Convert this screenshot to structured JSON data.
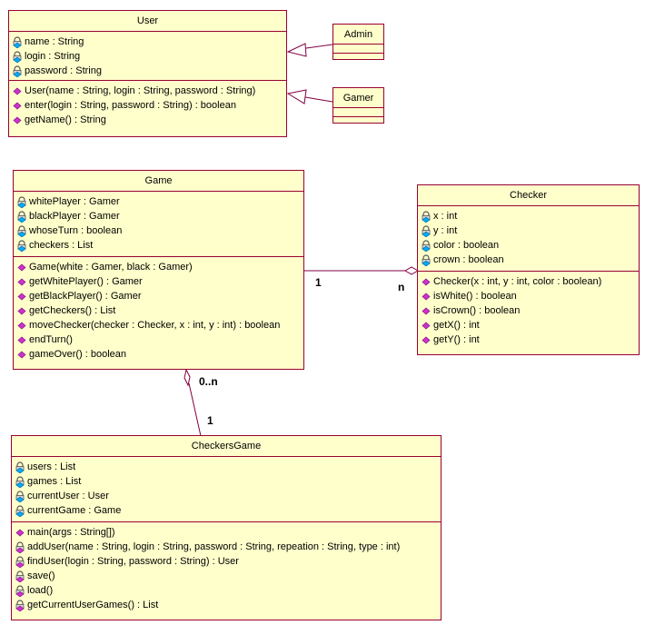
{
  "classes": {
    "user": {
      "name": "User",
      "attributes": [
        {
          "icon": "private-attribute-icon",
          "text": "name : String"
        },
        {
          "icon": "private-attribute-icon",
          "text": "login : String"
        },
        {
          "icon": "private-attribute-icon",
          "text": "password : String"
        }
      ],
      "operations": [
        {
          "icon": "public-operation-icon",
          "text": "User(name : String, login : String, password : String)"
        },
        {
          "icon": "public-operation-icon",
          "text": "enter(login : String, password : String) : boolean"
        },
        {
          "icon": "public-operation-icon",
          "text": "getName() : String"
        }
      ]
    },
    "admin": {
      "name": "Admin"
    },
    "gamer": {
      "name": "Gamer"
    },
    "game": {
      "name": "Game",
      "attributes": [
        {
          "icon": "private-attribute-icon",
          "text": "whitePlayer : Gamer"
        },
        {
          "icon": "private-attribute-icon",
          "text": "blackPlayer : Gamer"
        },
        {
          "icon": "private-attribute-icon",
          "text": "whoseTurn : boolean"
        },
        {
          "icon": "private-attribute-icon",
          "text": "checkers : List"
        }
      ],
      "operations": [
        {
          "icon": "public-operation-icon",
          "text": "Game(white : Gamer, black : Gamer)"
        },
        {
          "icon": "public-operation-icon",
          "text": "getWhitePlayer() : Gamer"
        },
        {
          "icon": "public-operation-icon",
          "text": "getBlackPlayer() : Gamer"
        },
        {
          "icon": "public-operation-icon",
          "text": "getCheckers() : List"
        },
        {
          "icon": "public-operation-icon",
          "text": "moveChecker(checker : Checker, x : int, y : int) : boolean"
        },
        {
          "icon": "public-operation-icon",
          "text": "endTurn()"
        },
        {
          "icon": "public-operation-icon",
          "text": "gameOver() : boolean"
        }
      ]
    },
    "checker": {
      "name": "Checker",
      "attributes": [
        {
          "icon": "private-attribute-icon",
          "text": "x : int"
        },
        {
          "icon": "private-attribute-icon",
          "text": "y : int"
        },
        {
          "icon": "private-attribute-icon",
          "text": "color : boolean"
        },
        {
          "icon": "private-attribute-icon",
          "text": "crown : boolean"
        }
      ],
      "operations": [
        {
          "icon": "public-operation-icon",
          "text": "Checker(x : int, y : int, color : boolean)"
        },
        {
          "icon": "public-operation-icon",
          "text": "isWhite() : boolean"
        },
        {
          "icon": "public-operation-icon",
          "text": "isCrown() : boolean"
        },
        {
          "icon": "public-operation-icon",
          "text": "getX() : int"
        },
        {
          "icon": "public-operation-icon",
          "text": "getY() : int"
        }
      ]
    },
    "checkersGame": {
      "name": "CheckersGame",
      "attributes": [
        {
          "icon": "private-attribute-icon",
          "text": "users : List"
        },
        {
          "icon": "private-attribute-icon",
          "text": "games : List"
        },
        {
          "icon": "private-attribute-icon",
          "text": "currentUser : User"
        },
        {
          "icon": "private-attribute-icon",
          "text": "currentGame : Game"
        }
      ],
      "operations": [
        {
          "icon": "public-operation-icon",
          "text": "main(args : String[])"
        },
        {
          "icon": "private-operation-icon",
          "text": "addUser(name : String, login : String, password : String, repeation : String, type : int)"
        },
        {
          "icon": "private-operation-icon",
          "text": "findUser(login : String, password : String) : User"
        },
        {
          "icon": "private-operation-icon",
          "text": "save()"
        },
        {
          "icon": "private-operation-icon",
          "text": "load()"
        },
        {
          "icon": "private-operation-icon",
          "text": "getCurrentUserGames() : List"
        }
      ]
    }
  },
  "relations": {
    "game_checker": {
      "source_multiplicity": "1",
      "target_multiplicity": "n"
    },
    "checkersgame_game": {
      "source_multiplicity": "1",
      "target_multiplicity": "0..n"
    }
  },
  "colors": {
    "class_fill": "#ffffcc",
    "class_border": "#990033",
    "line": "#800040",
    "attribute_icon": "#00aaff",
    "operation_icon": "#cc33cc"
  }
}
